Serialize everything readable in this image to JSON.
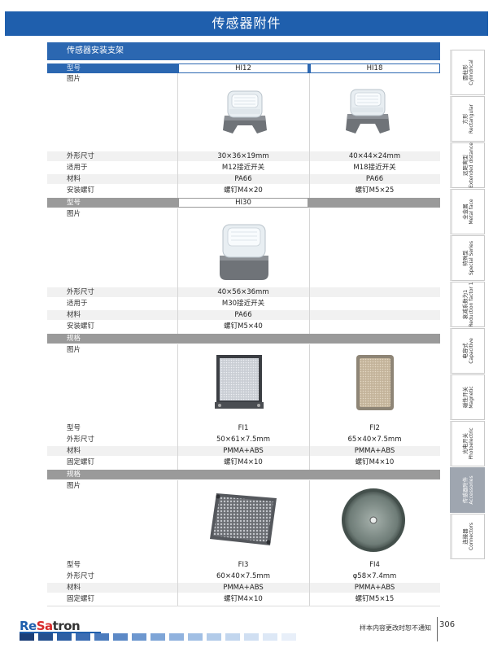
{
  "header": {
    "title": "传感器附件"
  },
  "section": {
    "title": "传感器安装支架"
  },
  "labels": {
    "model": "型号",
    "picture": "图片",
    "dimensions": "外形尺寸",
    "applicable": "适用于",
    "material": "材料",
    "mount_screw": "安装螺钉",
    "spec": "规格",
    "fix_screw": "固定螺钉"
  },
  "brackets_table": {
    "models": [
      "HI12",
      "HI18"
    ],
    "dimensions": [
      "30×36×19mm",
      "40×44×24mm"
    ],
    "applicable": [
      "M12接近开关",
      "M18接近开关"
    ],
    "material": [
      "PA66",
      "PA66"
    ],
    "mount_screw": [
      "螺钉M4×20",
      "螺钉M5×25"
    ]
  },
  "bracket_hi30": {
    "model": "HI30",
    "dimensions": "40×56×36mm",
    "applicable": "M30接近开关",
    "material": "PA66",
    "mount_screw": "螺钉M5×40"
  },
  "reflectors_a": {
    "models": [
      "FI1",
      "FI2"
    ],
    "dimensions": [
      "50×61×7.5mm",
      "65×40×7.5mm"
    ],
    "material": [
      "PMMA+ABS",
      "PMMA+ABS"
    ],
    "fix_screw": [
      "螺钉M4×10",
      "螺钉M4×10"
    ]
  },
  "reflectors_b": {
    "models": [
      "FI3",
      "FI4"
    ],
    "dimensions": [
      "60×40×7.5mm",
      "φ58×7.4mm"
    ],
    "material": [
      "PMMA+ABS",
      "PMMA+ABS"
    ],
    "fix_screw": [
      "螺钉M4×10",
      "螺钉M5×15"
    ]
  },
  "side_tabs": [
    {
      "cn": "圆柱形",
      "en": "Cylindrical",
      "active": false
    },
    {
      "cn": "方形",
      "en": "Rectangular",
      "active": false
    },
    {
      "cn": "远距离型",
      "en": "Extended distance",
      "active": false
    },
    {
      "cn": "全金属",
      "en": "Metal face",
      "active": false
    },
    {
      "cn": "特殊型",
      "en": "Special Series",
      "active": false
    },
    {
      "cn": "衰减系数为1",
      "en": "Reduction factor 1",
      "active": false
    },
    {
      "cn": "电容式",
      "en": "Capacitive",
      "active": false
    },
    {
      "cn": "磁性开关",
      "en": "Magnetic",
      "active": false
    },
    {
      "cn": "光电开关",
      "en": "Photoelectric",
      "active": false
    },
    {
      "cn": "传感器附件",
      "en": "Accessories",
      "active": true
    },
    {
      "cn": "连接器",
      "en": "Connectors",
      "active": false
    }
  ],
  "footer": {
    "logo_re": "Re",
    "logo_sa": "Sa",
    "logo_tron": "tron",
    "note": "样本内容更改时恕不通知",
    "page_number": "306"
  },
  "colors": {
    "header_blue": "#1f5fad",
    "section_blue": "#2b67b1",
    "gray_row": "#9a9a9a",
    "active_tab": "#9fa6b0",
    "logo_red": "#d72b2b"
  }
}
